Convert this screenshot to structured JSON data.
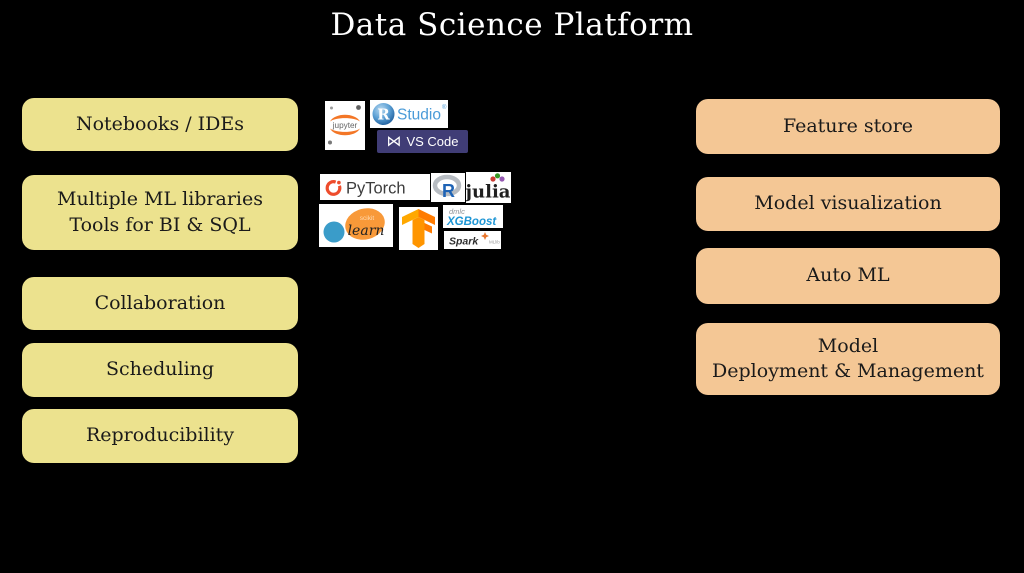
{
  "title": "Data Science Platform",
  "colors": {
    "background": "#000000",
    "left_box_fill": "#ece28e",
    "right_box_fill": "#f4c795",
    "box_text": "#1a1a1a",
    "title_text": "#ffffff",
    "vscode_banner": "#403d76",
    "jupyter_orange": "#f37626",
    "pytorch_orange": "#ee4c2c",
    "sklearn_blue": "#3a9cc9",
    "sklearn_orange": "#f89939",
    "tensorflow_orange": "#ff8c00",
    "xgboost_blue": "#1e96d5",
    "spark_star_orange": "#e8762d"
  },
  "left_boxes": [
    {
      "id": "notebooks-ides",
      "label": "Notebooks / IDEs"
    },
    {
      "id": "ml-libraries",
      "line1": "Multiple ML libraries",
      "line2": "Tools for BI & SQL"
    },
    {
      "id": "collaboration",
      "label": "Collaboration"
    },
    {
      "id": "scheduling",
      "label": "Scheduling"
    },
    {
      "id": "reproducibility",
      "label": "Reproducibility"
    }
  ],
  "right_boxes": [
    {
      "id": "feature-store",
      "label": "Feature store"
    },
    {
      "id": "model-visualization",
      "label": "Model visualization"
    },
    {
      "id": "auto-ml",
      "label": "Auto ML"
    },
    {
      "id": "model-deployment",
      "line1": "Model",
      "line2": "Deployment & Management"
    }
  ],
  "logos": {
    "jupyter": {
      "name": "Jupyter",
      "wordmark": "jupyter"
    },
    "rstudio": {
      "name": "RStudio",
      "letter": "R",
      "wordmark": "Studio",
      "registered": "®"
    },
    "vscode": {
      "name": "VS Code",
      "glyph": "⋈",
      "wordmark": "VS Code"
    },
    "pytorch": {
      "name": "PyTorch",
      "wordmark": "PyTorch"
    },
    "r": {
      "name": "R",
      "letter": "R"
    },
    "julia": {
      "name": "Julia",
      "wordmark": "julia"
    },
    "scikit_learn": {
      "name": "scikit-learn",
      "word_top": "scikit",
      "word_bottom": "learn"
    },
    "tensorflow": {
      "name": "TensorFlow"
    },
    "xgboost": {
      "name": "XGBoost",
      "word_top": "dmlc",
      "word_bottom": "XGBoost"
    },
    "spark_mllib": {
      "name": "Spark MLlib",
      "wordmark": "Spark",
      "sub": "MLlib"
    }
  }
}
